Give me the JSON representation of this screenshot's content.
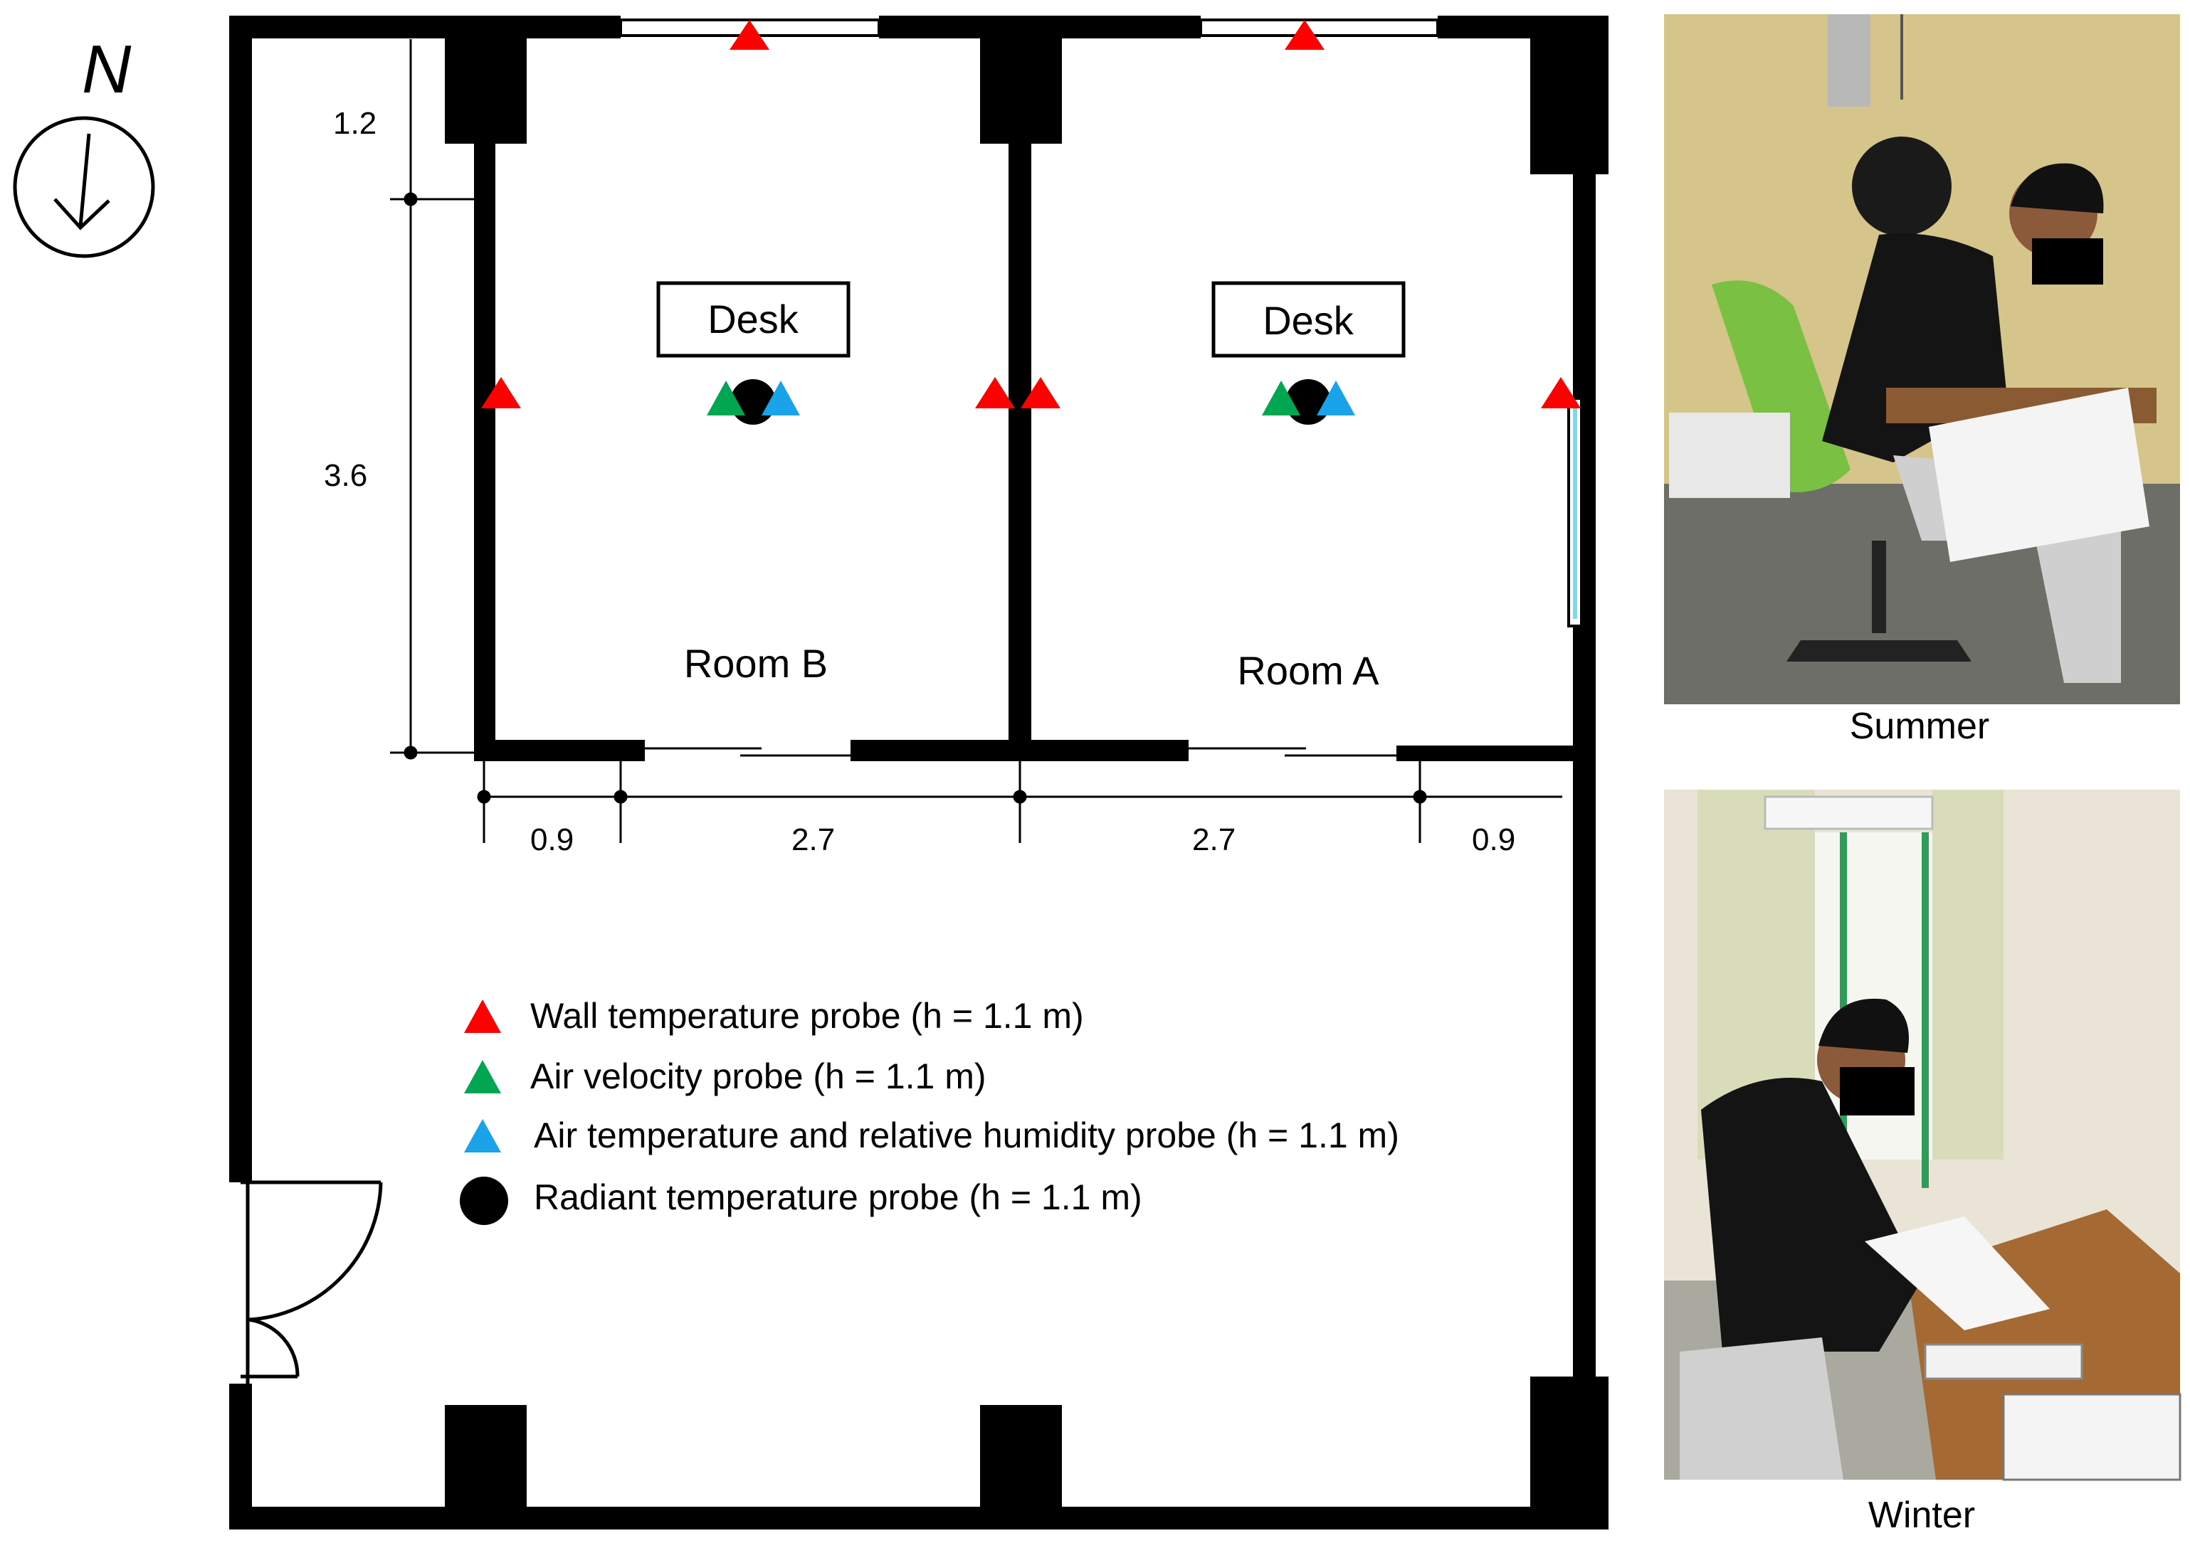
{
  "compass": {
    "label": "N"
  },
  "rooms": {
    "room_b": "Room B",
    "room_a": "Room A"
  },
  "desks": {
    "room_b": "Desk",
    "room_a": "Desk"
  },
  "dimensions": {
    "vertical": [
      "1.2",
      "3.6"
    ],
    "horizontal": [
      "0.9",
      "2.7",
      "2.7",
      "0.9"
    ]
  },
  "legend": [
    {
      "label": "Wall temperature probe (h = 1.1 m)",
      "color": "#ff0000",
      "symbol": "triangle"
    },
    {
      "label": "Air velocity probe (h = 1.1 m)",
      "color": "#00a651",
      "symbol": "triangle"
    },
    {
      "label": "Air temperature and relative humidity probe (h = 1.1 m)",
      "color": "#1aa3e8",
      "symbol": "triangle"
    },
    {
      "label": "Radiant temperature probe (h = 1.1 m)",
      "color": "#000000",
      "symbol": "circle"
    }
  ],
  "photos": {
    "summer": "Summer",
    "winter": "Winter"
  }
}
